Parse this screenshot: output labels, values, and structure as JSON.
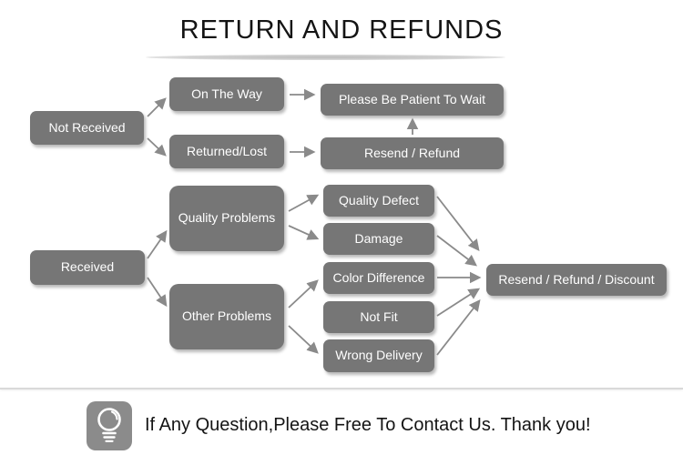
{
  "title": "RETURN AND REFUNDS",
  "colors": {
    "node_fill": "#767676",
    "node_text": "#ffffff",
    "arrow": "#8a8a8a",
    "icon_bg": "#8b8b8b",
    "divider": "#d9d9d9",
    "title_text": "#141414"
  },
  "nodes": {
    "not_received": {
      "label": "Not Received"
    },
    "on_the_way": {
      "label": "On The Way"
    },
    "returned_lost": {
      "label": "Returned/Lost"
    },
    "please_be_patient": {
      "label": "Please Be Patient To Wait"
    },
    "resend_refund": {
      "label": "Resend / Refund"
    },
    "received": {
      "label": "Received"
    },
    "quality_problems": {
      "label": "Quality Problems"
    },
    "other_problems": {
      "label": "Other Problems"
    },
    "quality_defect": {
      "label": "Quality Defect"
    },
    "damage": {
      "label": "Damage"
    },
    "color_difference": {
      "label": "Color Difference"
    },
    "not_fit": {
      "label": "Not Fit"
    },
    "wrong_delivery": {
      "label": "Wrong Delivery"
    },
    "resend_refund_discount": {
      "label": "Resend / Refund / Discount"
    }
  },
  "edges": [
    "Not Received -> On The Way",
    "Not Received -> Returned/Lost",
    "On The Way -> Please Be Patient To Wait",
    "Returned/Lost -> Resend / Refund",
    "Resend / Refund -> Please Be Patient To Wait",
    "Received -> Quality Problems",
    "Received -> Other Problems",
    "Quality Problems -> Quality Defect",
    "Quality Problems -> Damage",
    "Other Problems -> Color Difference",
    "Other Problems -> Wrong Delivery",
    "Quality Defect -> Resend / Refund / Discount",
    "Damage -> Resend / Refund / Discount",
    "Color Difference -> Resend / Refund / Discount",
    "Not Fit -> Resend / Refund / Discount",
    "Wrong Delivery -> Resend / Refund / Discount"
  ],
  "footer": {
    "icon": "lightbulb-icon",
    "message": "If Any Question,Please Free To Contact Us. Thank you!"
  }
}
